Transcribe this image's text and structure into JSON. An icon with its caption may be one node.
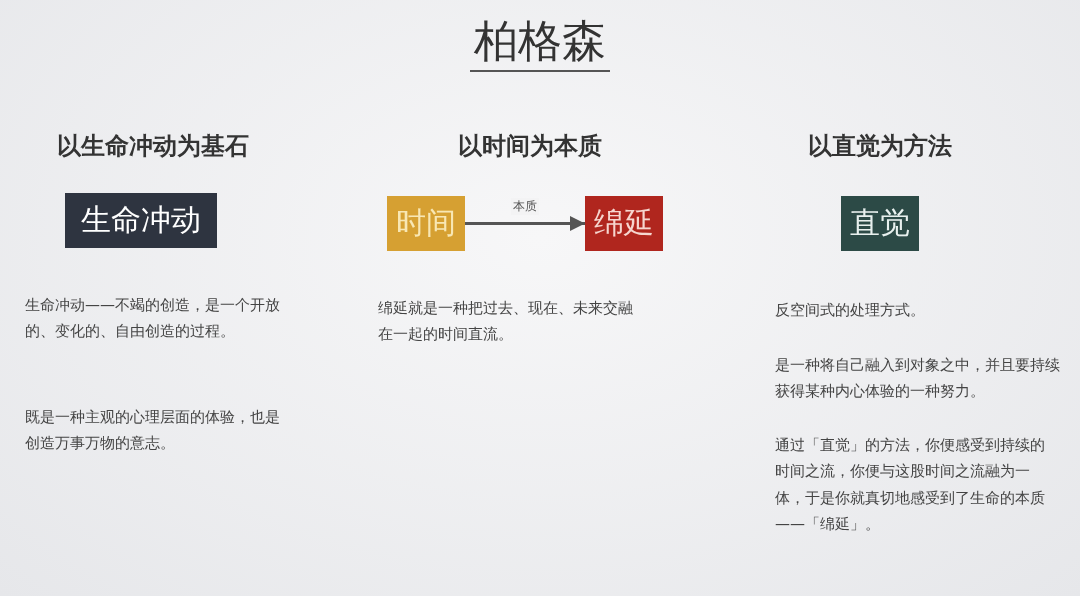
{
  "diagram": {
    "title": "柏格森",
    "nodes": [
      {
        "text": [
          "生命冲动"
        ]
      },
      {
        "text": [
          "时间"
        ]
      },
      {
        "text": [
          "绵延"
        ]
      },
      {
        "text": [
          "直觉"
        ]
      }
    ],
    "edges": [
      {
        "from": 1,
        "to": 2,
        "arrow": "to",
        "label": "本质"
      }
    ],
    "labels": [
      "以生命冲动为基石",
      "以时间为本质",
      "以直觉为方法",
      "生命冲动——不竭的创造，是一个开放的、变化的、自由创造的过程。",
      "既是一种主观的心理层面的体验，也是创造万事万物的意志。",
      "绵延就是一种把过去、现在、未来交融在一起的时间直流。",
      "反空间式的处理方式。",
      "是一种将自己融入到对象之中，并且要持续获得某种内心体验的一种努力。",
      "通过「直觉」的方法，你便感受到持续的时间之流，你便与这股时间之流融为一体，于是你就真切地感受到了生命的本质——「绵延」。"
    ]
  }
}
